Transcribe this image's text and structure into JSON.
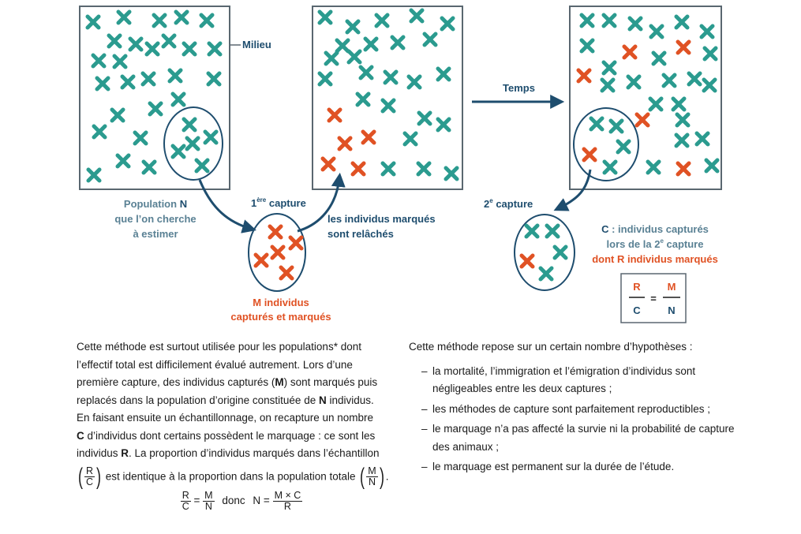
{
  "colors": {
    "teal": "#2b9b8f",
    "orange": "#e05224",
    "navy": "#1e4d6e",
    "frame": "#5a6770",
    "arrow": "#1e4d6e"
  },
  "labels": {
    "milieu": "Milieu",
    "population_line1": "Population",
    "population_N": "N",
    "population_line2": "que l’on cherche",
    "population_line3": "à estimer",
    "first_capture_num": "1",
    "first_capture_sup": "ère",
    "first_capture_word": "capture",
    "released_line1": "les individus marqués",
    "released_line2": "sont relâchés",
    "m_line1": "M individus",
    "m_line2": "capturés et marqués",
    "time": "Temps",
    "second_capture_num": "2",
    "second_capture_sup": "e",
    "second_capture_word": "capture",
    "c_letter": "C",
    "c_line1_rest": " : individus capturés",
    "c_line2": "lors de la 2",
    "c_line2_sup": "e",
    "c_line2_rest": " capture",
    "c_line3": "dont R individus marqués",
    "formula_R": "R",
    "formula_C": "C",
    "formula_eq": "=",
    "formula_M": "M",
    "formula_N": "N"
  },
  "left_text": {
    "p1": "Cette méthode est surtout utilisée pour les populations* dont",
    "p2": "l’effectif total est difficilement évalué autrement. Lors d’une",
    "p3": "première capture, des individus capturés (",
    "p3_bold": "M",
    "p3_end": ") sont marqués puis",
    "p4": "replacés dans la population d’origine constituée de ",
    "p4_bold": "N",
    "p4_end": " individus.",
    "p5": "En faisant ensuite un échantillonnage, on recapture un nombre",
    "p6_bold": "C",
    "p6": " d’individus dont certains possèdent le marquage : ce sont les",
    "p7": "individus ",
    "p7_bold": "R",
    "p7_end": ". La proportion d’individus marqués dans l’échantillon",
    "p8": "est identique à la proportion dans la population totale",
    "p8_end": ".",
    "f1_num": "R",
    "f1_den": "C",
    "f2_num": "M",
    "f2_den": "N",
    "eq_R": "R",
    "eq_C": "C",
    "eq_M": "M",
    "eq_N": "N",
    "donc": "donc",
    "N_eq": "N =",
    "prod_num": "M × C",
    "prod_den": "R"
  },
  "right_text": {
    "intro": "Cette méthode repose sur un certain nombre d’hypothèses :",
    "hypotheses": [
      "la mortalité, l’immigration et l’émigration d’individus sont négligeables entre les deux captures ;",
      "les méthodes de capture sont parfaitement reproductibles ;",
      "le marquage n’a pas affecté la survie ni la probabilité de capture des animaux ;",
      "le marquage est permanent sur la durée de l’étude."
    ],
    "dash": "–"
  }
}
